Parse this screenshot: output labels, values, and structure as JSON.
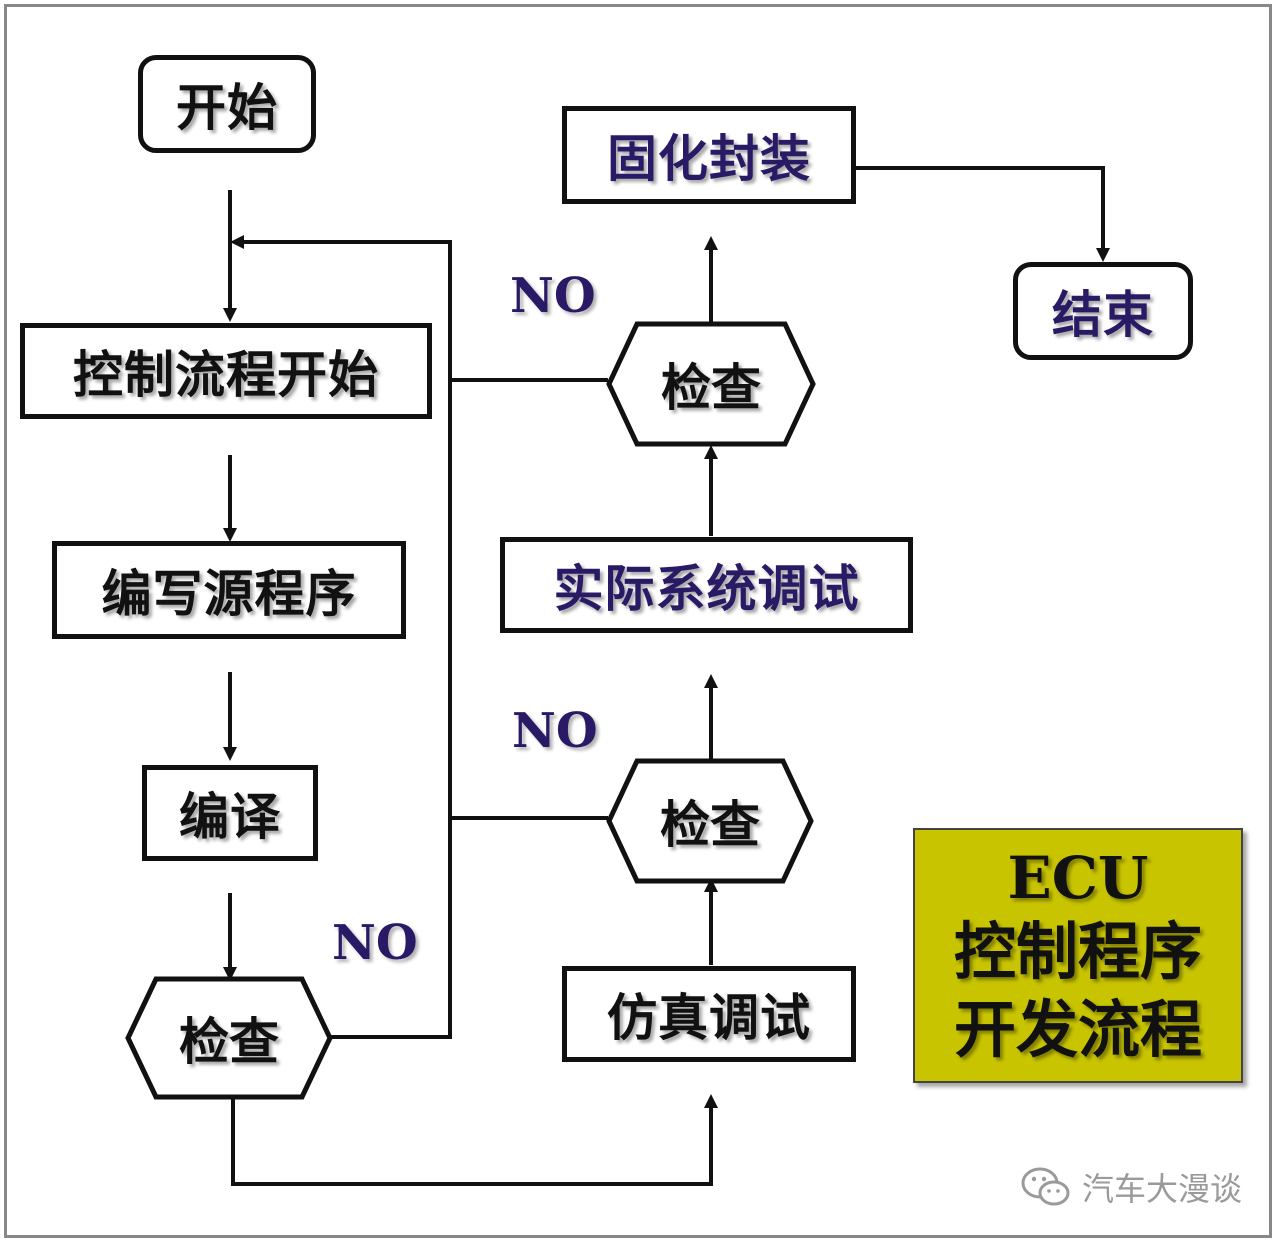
{
  "nodes": {
    "start": "开始",
    "control_flow_start": "控制流程开始",
    "write_source": "编写源程序",
    "compile": "编译",
    "check_1": "检查",
    "sim_debug": "仿真调试",
    "check_2": "检查",
    "real_debug": "实际系统调试",
    "check_3": "检查",
    "solidify": "固化封装",
    "end": "结束"
  },
  "no_labels": {
    "no_1": "NO",
    "no_2": "NO",
    "no_3": "NO"
  },
  "title_box": {
    "line1": "ECU",
    "line2": "控制程序",
    "line3": "开发流程",
    "color": "#c8c400"
  },
  "watermark": {
    "text": "汽车大漫谈",
    "icon": "wechat-icon"
  },
  "colors": {
    "stroke": "#111111",
    "accent_text": "#2a1a66"
  }
}
